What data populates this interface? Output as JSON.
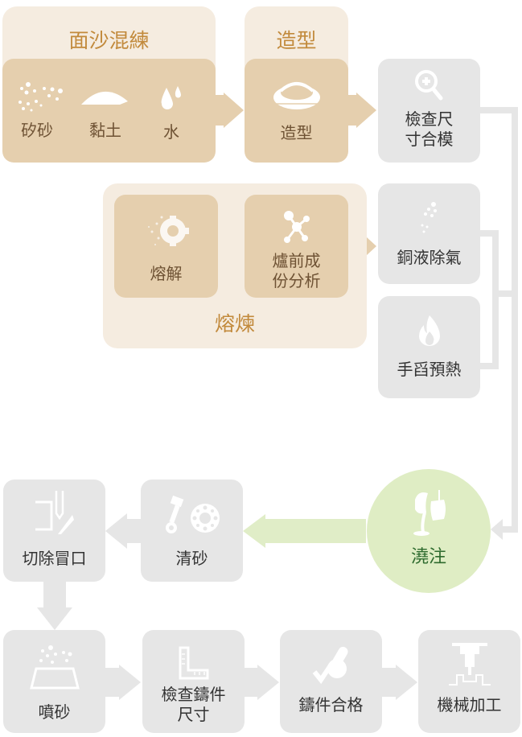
{
  "groups": {
    "mixing": {
      "title": "面沙混練",
      "items": [
        "矽砂",
        "黏土",
        "水"
      ]
    },
    "molding": {
      "title": "造型",
      "item": "造型"
    },
    "smelting": {
      "title": "熔煉",
      "items": [
        "熔解",
        "爐前成\n份分析"
      ]
    }
  },
  "steps": {
    "check_mold": "檢查尺\n寸合模",
    "degas": "銅液除氣",
    "preheat": "手舀預熱",
    "pour": "澆注",
    "clean_sand": "清砂",
    "cut_riser": "切除冒口",
    "sandblast": "噴砂",
    "check_casting": "檢查鑄件\n尺寸",
    "qualified": "鑄件合格",
    "machining": "機械加工"
  },
  "colors": {
    "group_bg": "#f5ece0",
    "tan": "#e5cfae",
    "gray": "#e6e6e6",
    "green": "#dfedc4",
    "title": "#c28a3c",
    "pour_text": "#2e6b2e"
  }
}
